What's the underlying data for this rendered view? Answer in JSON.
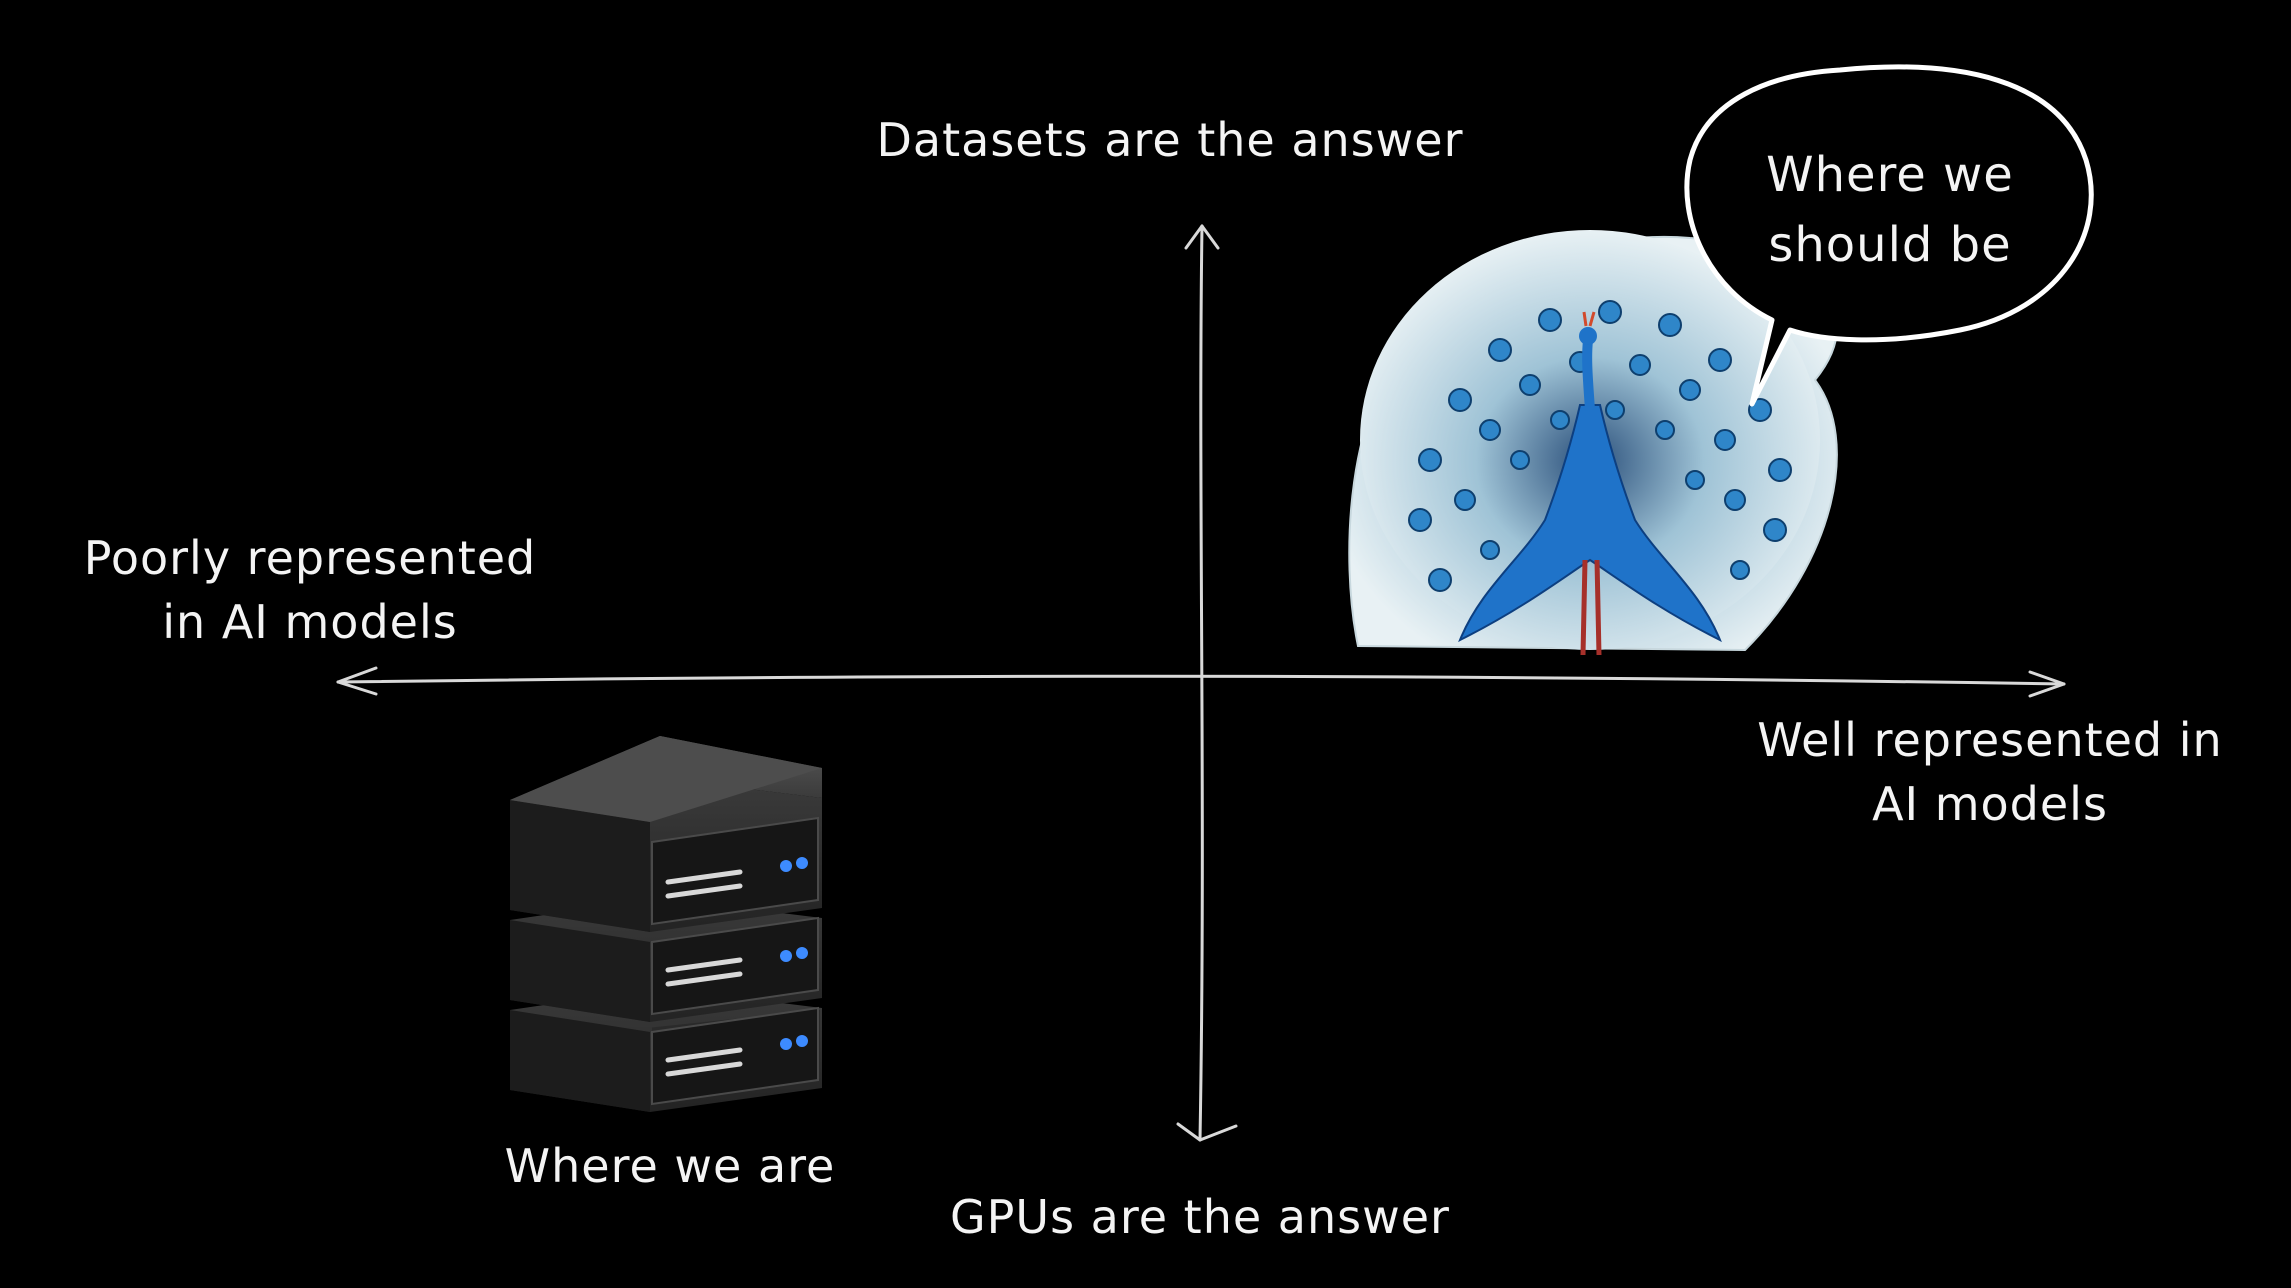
{
  "axes": {
    "top_label": "Datasets are the answer",
    "bottom_label": "GPUs are the answer",
    "left_label": [
      "Poorly represented",
      "in AI models"
    ],
    "right_label": [
      "Well represented in",
      "AI models"
    ]
  },
  "annotations": {
    "current_position": "Where we are",
    "target_position": [
      "Where we",
      "should be"
    ]
  },
  "icons": {
    "current": "server-stack-icon",
    "target": "peacock-icon"
  },
  "colors": {
    "background": "#000000",
    "text": "#f4f4f4",
    "axis": "#d9d9d9",
    "peacock_blue": "#1f73c9",
    "server_body": "#3a3a3a",
    "server_led": "#3d8bff"
  }
}
